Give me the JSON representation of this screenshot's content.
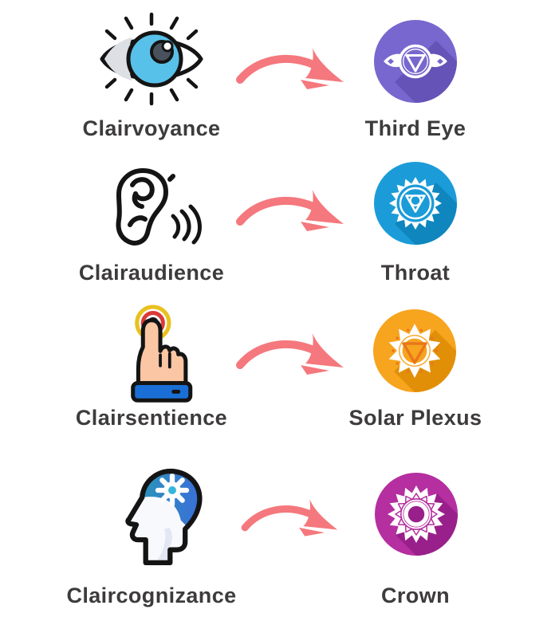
{
  "rows": [
    {
      "ability": "Clairvoyance",
      "chakra": "Third Eye",
      "ability_icon": "eye-icon",
      "chakra_icon": "third-eye-chakra-icon",
      "chakra_color": "#7767ce",
      "chakra_shadow_color": "#6553b8"
    },
    {
      "ability": "Clairaudience",
      "chakra": "Throat",
      "ability_icon": "ear-icon",
      "chakra_icon": "throat-chakra-icon",
      "chakra_color": "#1b9cd8",
      "chakra_shadow_color": "#0f86be"
    },
    {
      "ability": "Clairsentience",
      "chakra": "Solar Plexus",
      "ability_icon": "touch-finger-icon",
      "chakra_icon": "solar-plexus-chakra-icon",
      "chakra_color": "#f7a41e",
      "chakra_shadow_color": "#e18f07",
      "accent_color": "#e8761b"
    },
    {
      "ability": "Claircognizance",
      "chakra": "Crown",
      "ability_icon": "head-gear-icon",
      "chakra_icon": "crown-chakra-icon",
      "chakra_color": "#b52fa0",
      "chakra_shadow_color": "#99208a"
    }
  ],
  "arrow": {
    "icon": "curved-arrow-icon",
    "color": "#f4787d"
  },
  "style": {
    "text_color": "#3d3b3c",
    "background": "#ffffff"
  }
}
